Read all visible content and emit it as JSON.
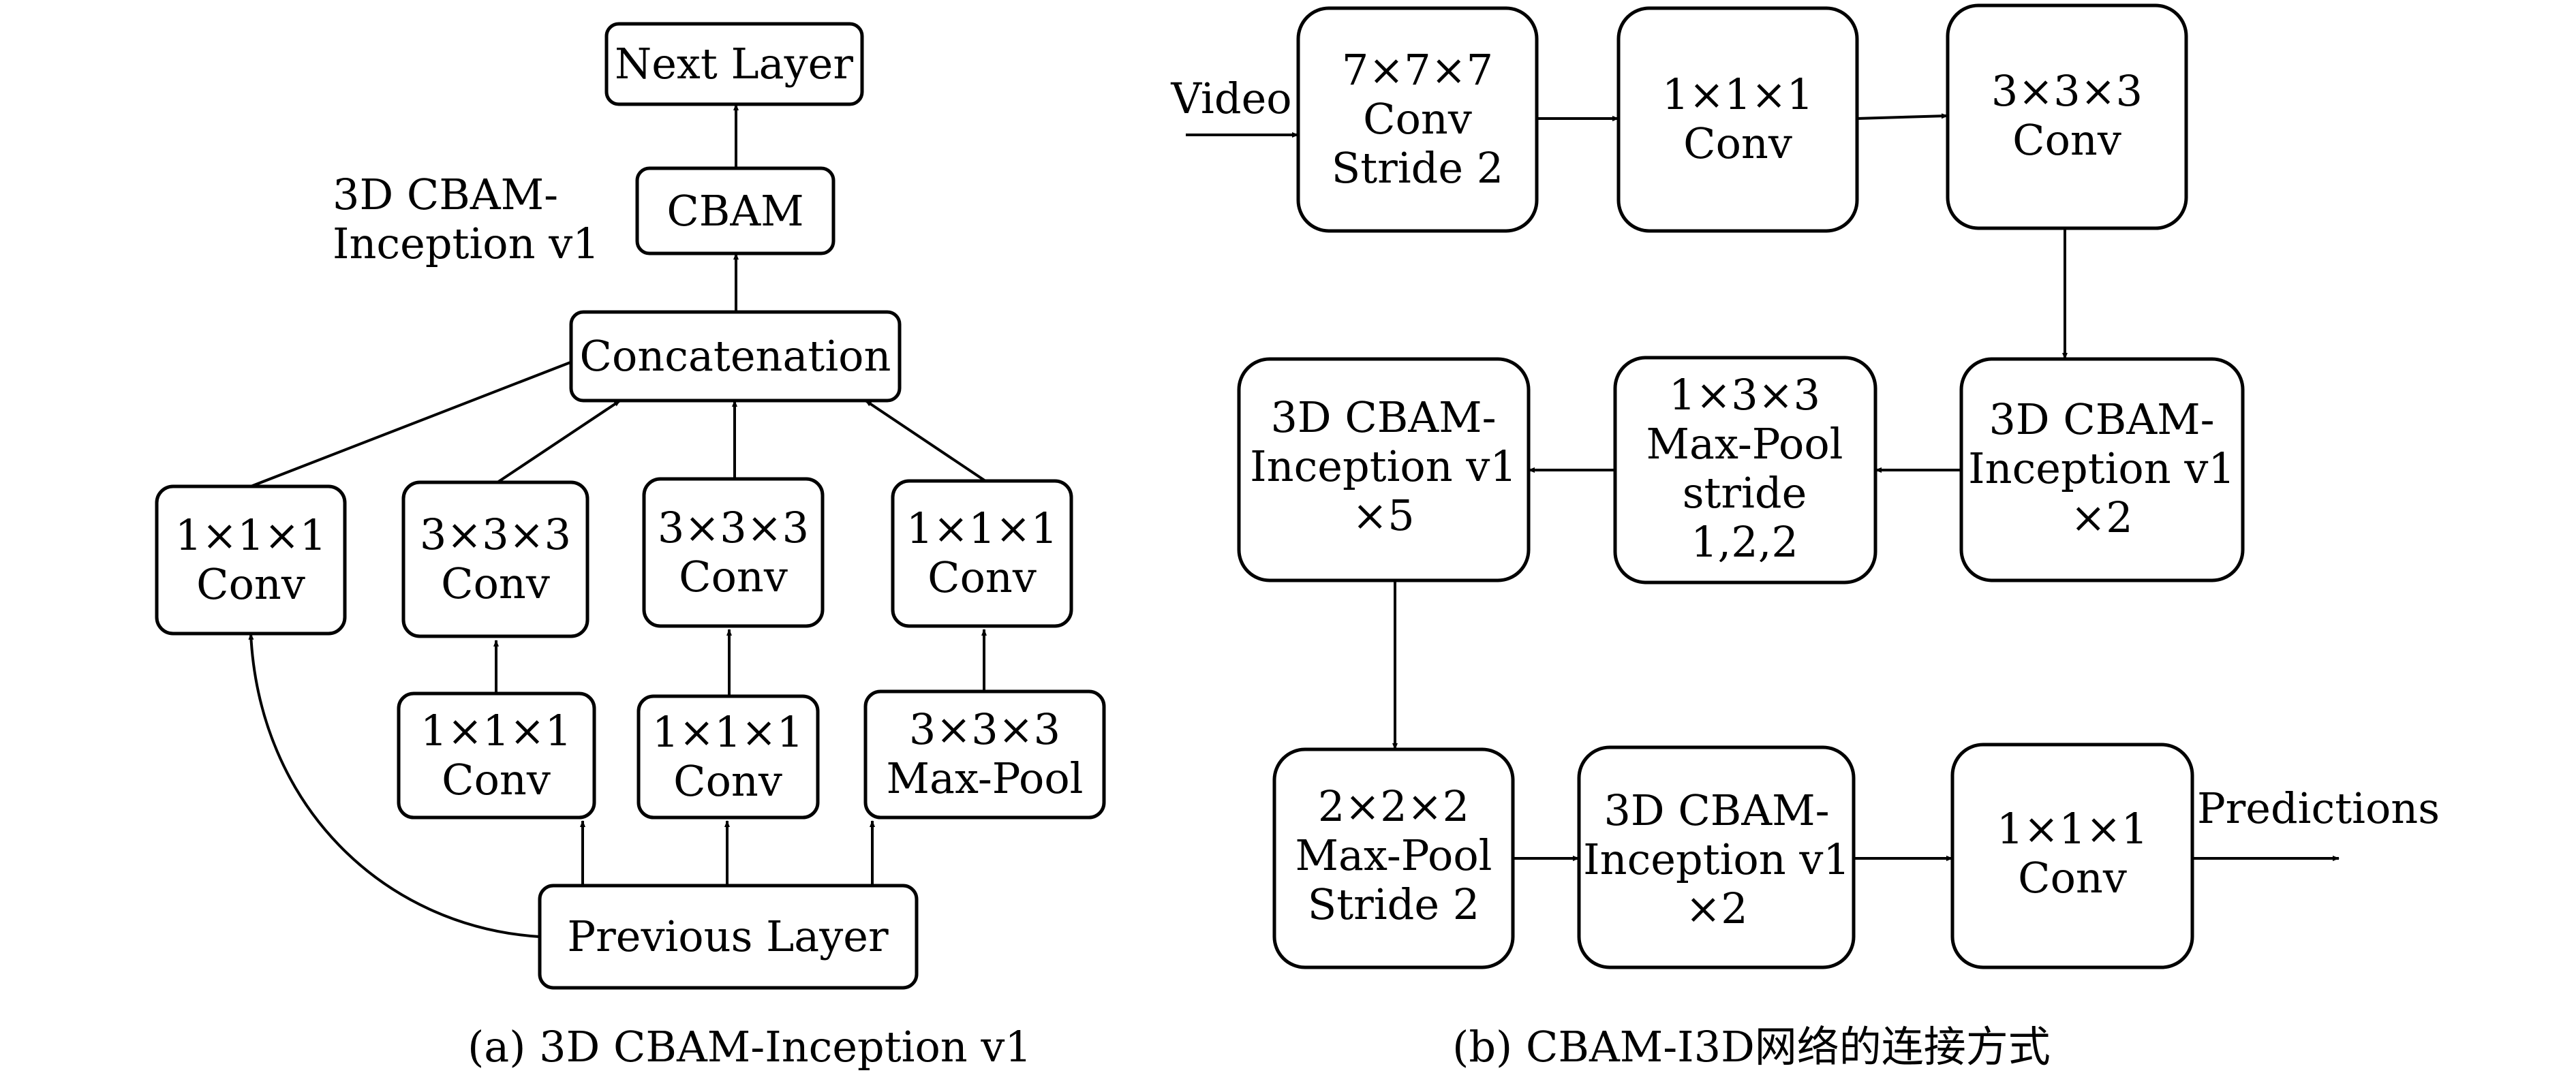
{
  "panel_a": {
    "title": "3D CBAM-\nInception v1",
    "caption": "(a)  3D CBAM-Inception v1",
    "next_layer": "Next Layer",
    "cbam": "CBAM",
    "concat": "Concatenation",
    "b1_conv": "1×1×1\nConv",
    "b2_top": "3×3×3\nConv",
    "b3_top": "3×3×3\nConv",
    "b4_top": "1×1×1\nConv",
    "b2_bot": "1×1×1\nConv",
    "b3_bot": "1×1×1\nConv",
    "b4_bot": "3×3×3\nMax-Pool",
    "prev_layer": "Previous Layer"
  },
  "panel_b": {
    "caption": "(b) CBAM-I3D网络的连接方式",
    "video_label": "Video",
    "predictions_label": "Predictions",
    "n1": "7×7×7\nConv\nStride 2",
    "n2": "1×1×1\nConv",
    "n3": "3×3×3\nConv",
    "n4": "3D CBAM-\nInception v1\n×2",
    "n5": "1×3×3\nMax-Pool\nstride\n1,2,2",
    "n6": "3D CBAM-\nInception v1\n×5",
    "n7": "2×2×2\nMax-Pool\nStride 2",
    "n8": "3D CBAM-\nInception v1\n×2",
    "n9": "1×1×1\nConv"
  }
}
